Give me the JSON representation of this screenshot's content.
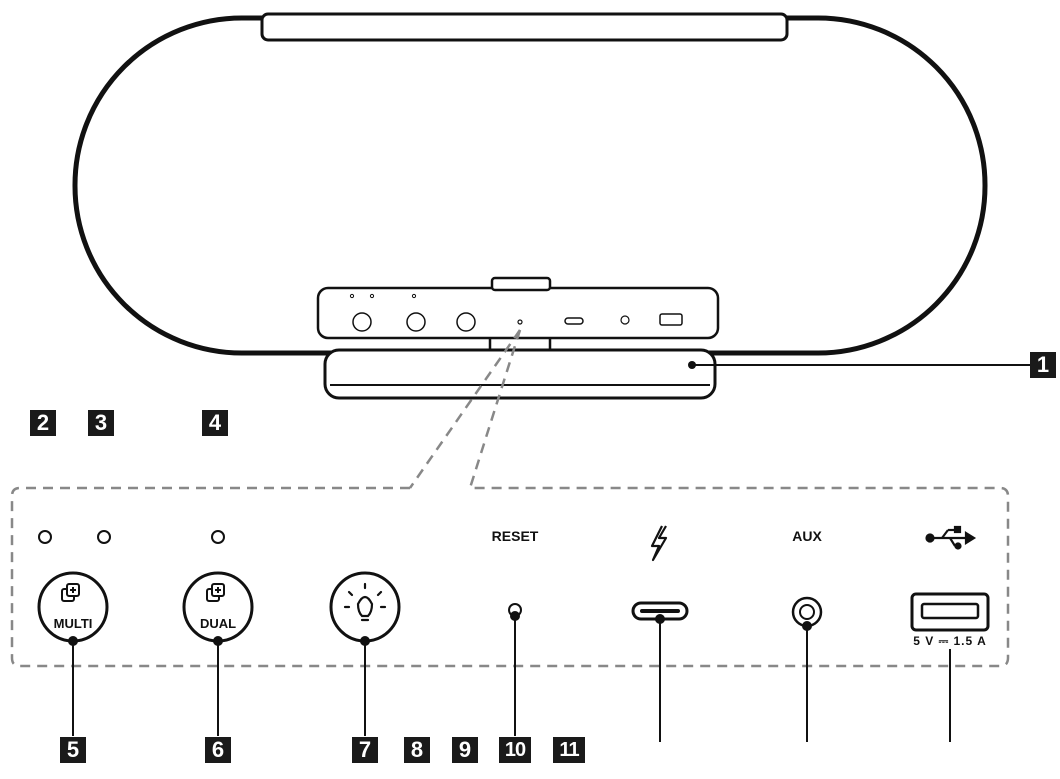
{
  "panel": {
    "reset_label": "RESET",
    "aux_label": "AUX",
    "usb_rating": "5 V ⎓ 1.5 A"
  },
  "buttons": {
    "multi_label": "MULTI",
    "dual_label": "DUAL"
  },
  "callouts": [
    "1",
    "2",
    "3",
    "4",
    "5",
    "6",
    "7",
    "8",
    "9",
    "10",
    "11"
  ],
  "icons": {
    "charge": "lightning-icon",
    "usb": "usb-icon",
    "light": "light-bulb-icon",
    "speaker-link": "speaker-link-icon"
  }
}
